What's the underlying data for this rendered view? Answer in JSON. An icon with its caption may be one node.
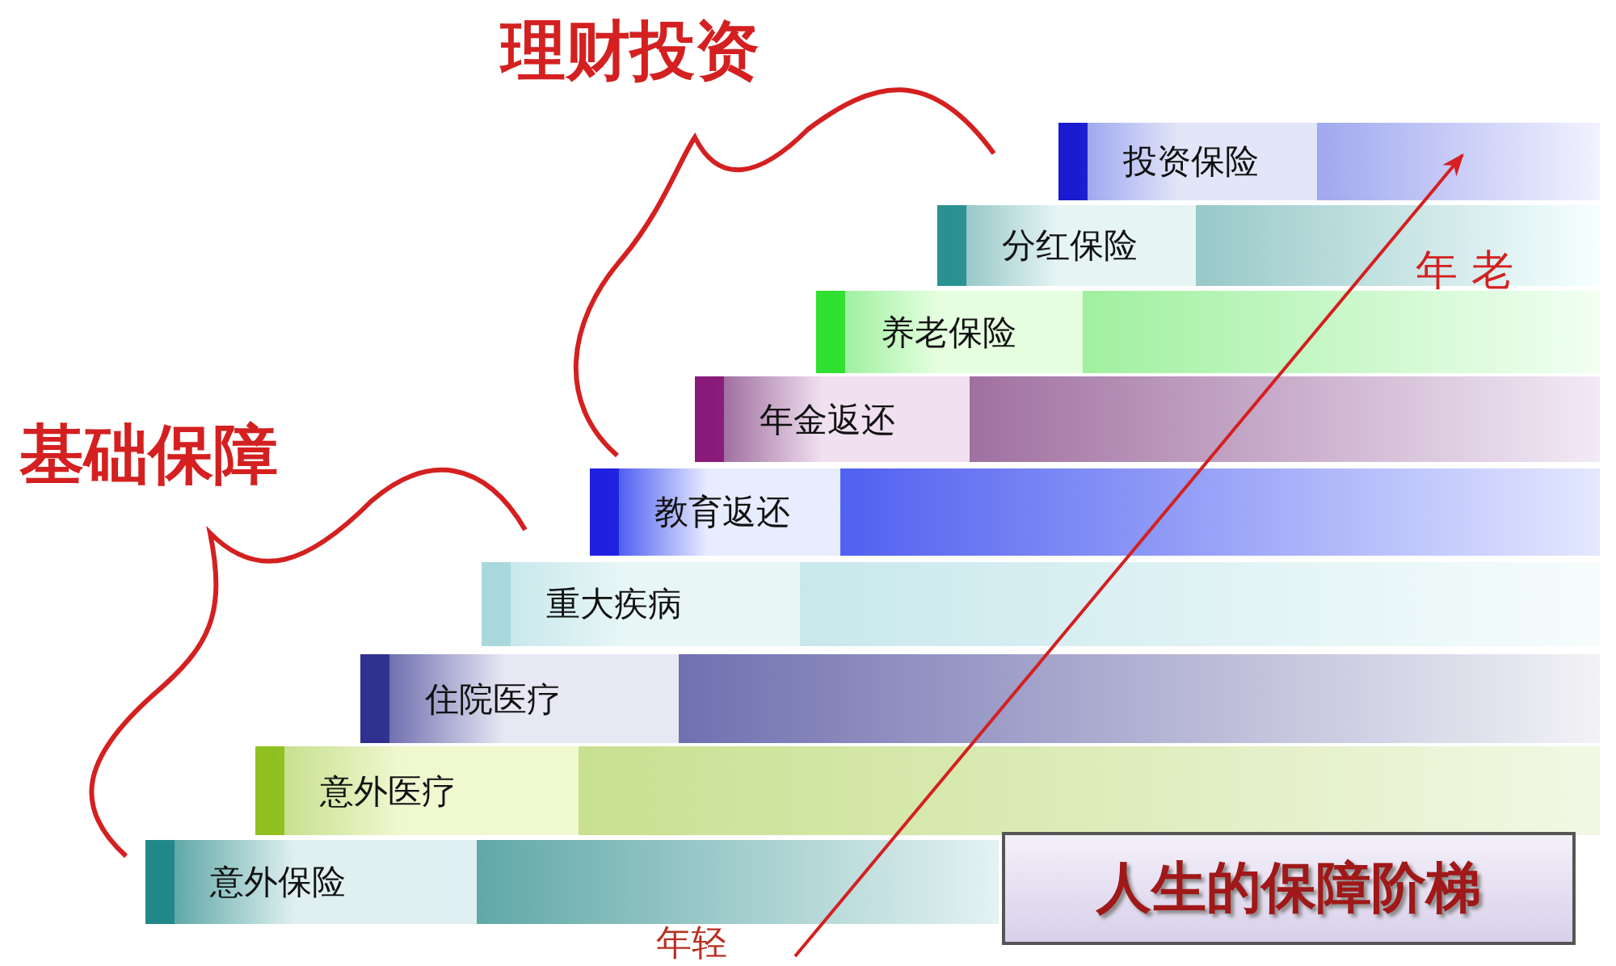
{
  "diagram": {
    "title": "人生的保障阶梯",
    "nodes": [
      {
        "text": [
          "投资保险"
        ]
      },
      {
        "text": [
          "分红保险"
        ]
      },
      {
        "text": [
          "养老保险"
        ]
      },
      {
        "text": [
          "年金返还"
        ]
      },
      {
        "text": [
          "教育返还"
        ]
      },
      {
        "text": [
          "重大疾病"
        ]
      },
      {
        "text": [
          "住院医疗"
        ]
      },
      {
        "text": [
          "意外医疗"
        ]
      },
      {
        "text": [
          "意外保险"
        ]
      }
    ],
    "edges": [],
    "labels": [
      "理财投资",
      "基础保障",
      "年 老",
      "年轻"
    ]
  }
}
